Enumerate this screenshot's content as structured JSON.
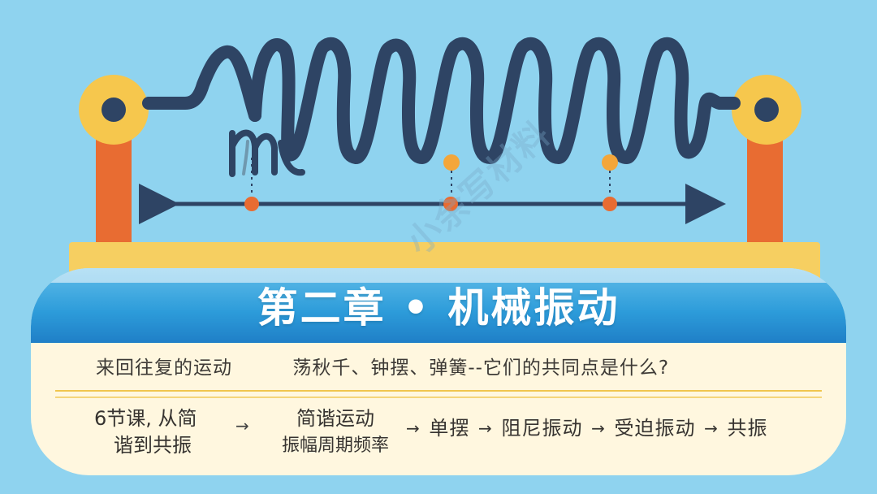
{
  "scene": {
    "icons": [
      "spring-icon",
      "support-post-icon",
      "pivot-icon",
      "arrow-icon",
      "equilibrium-point-icon"
    ],
    "colors": {
      "background": "#8fd3ef",
      "spring": "#2e4464",
      "support": "#e86c32",
      "pivot": "#f6c74d",
      "base": "#f6cf61",
      "card": "#fff7df",
      "header": "#2d9cda",
      "accent": "#f1c64d"
    }
  },
  "watermark": "小余写材料",
  "card": {
    "title": "第二章 • 机械振动",
    "intro_left": "来回往复的运动",
    "intro_right": "荡秋千、钟摆、弹簧--它们的共同点是什么?",
    "left_line1": "6节课, 从简",
    "left_line2": "谐到共振",
    "arrow_symbol": "→",
    "middle_line1": "简谐运动",
    "middle_line2": "振幅周期频率",
    "sequence": [
      "单摆",
      "阻尼振动",
      "受迫振动",
      "共振"
    ]
  }
}
